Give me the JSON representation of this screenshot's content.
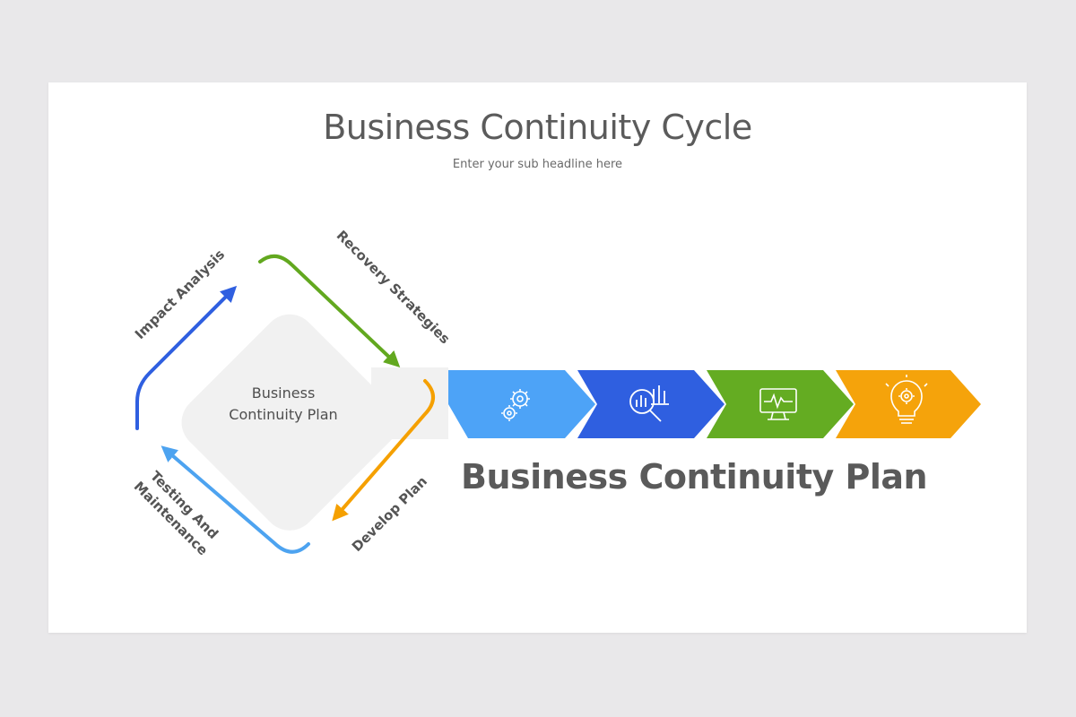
{
  "slide": {
    "title": "Business Continuity Cycle",
    "subtitle": "Enter your sub headline here"
  },
  "cycle": {
    "center_line1": "Business",
    "center_line2": "Continuity Plan",
    "stages": [
      {
        "label": "Impact Analysis",
        "color": "#2f5fe0"
      },
      {
        "label": "Recovery Strategies",
        "color": "#62a81f"
      },
      {
        "label": "Develop Plan",
        "color": "#f5a000"
      },
      {
        "label_line1": "Testing And",
        "label_line2": "Maintenance",
        "color": "#4da3f0"
      }
    ]
  },
  "plan_steps": [
    {
      "icon": "gears-icon",
      "color": "#4da3f7"
    },
    {
      "icon": "analytics-magnifier-icon",
      "color": "#2f5fe0"
    },
    {
      "icon": "monitor-pulse-icon",
      "color": "#64ac22"
    },
    {
      "icon": "lightbulb-gear-icon",
      "color": "#f5a30b"
    }
  ],
  "plan_heading": "Business Continuity Plan"
}
